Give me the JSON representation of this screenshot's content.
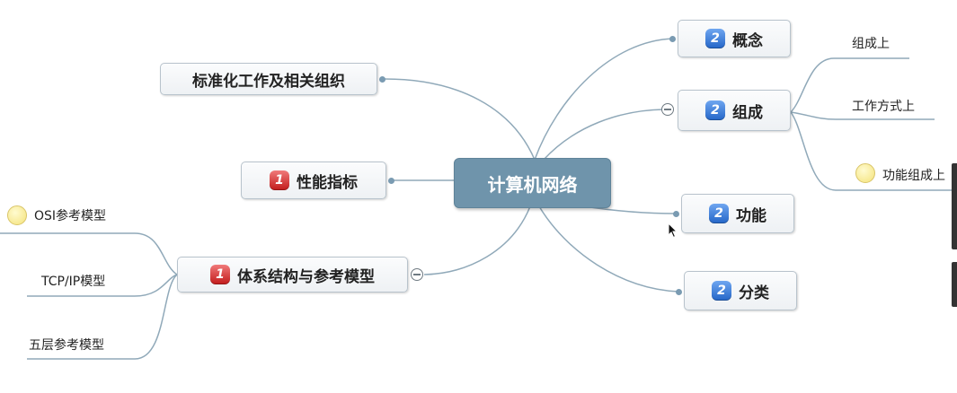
{
  "central": {
    "label": "计算机网络"
  },
  "right_nodes": {
    "concept": {
      "label": "概念",
      "priority": "2"
    },
    "composition": {
      "label": "组成",
      "priority": "2"
    },
    "function": {
      "label": "功能",
      "priority": "2"
    },
    "category": {
      "label": "分类",
      "priority": "2"
    }
  },
  "composition_leaves": [
    "组成上",
    "工作方式上",
    "功能组成上"
  ],
  "left_nodes": {
    "standards": {
      "label": "标准化工作及相关组织"
    },
    "performance": {
      "label": "性能指标",
      "priority": "1"
    },
    "architecture": {
      "label": "体系结构与参考模型",
      "priority": "1"
    }
  },
  "architecture_leaves": [
    "OSI参考模型",
    "TCP/IP模型",
    "五层参考模型"
  ],
  "colors": {
    "central_fill": "#6f94ab",
    "connector": "#90a9b9",
    "priority_blue": "#2f6fd1",
    "priority_red": "#c9262b",
    "smiley": "#f4e27a"
  }
}
